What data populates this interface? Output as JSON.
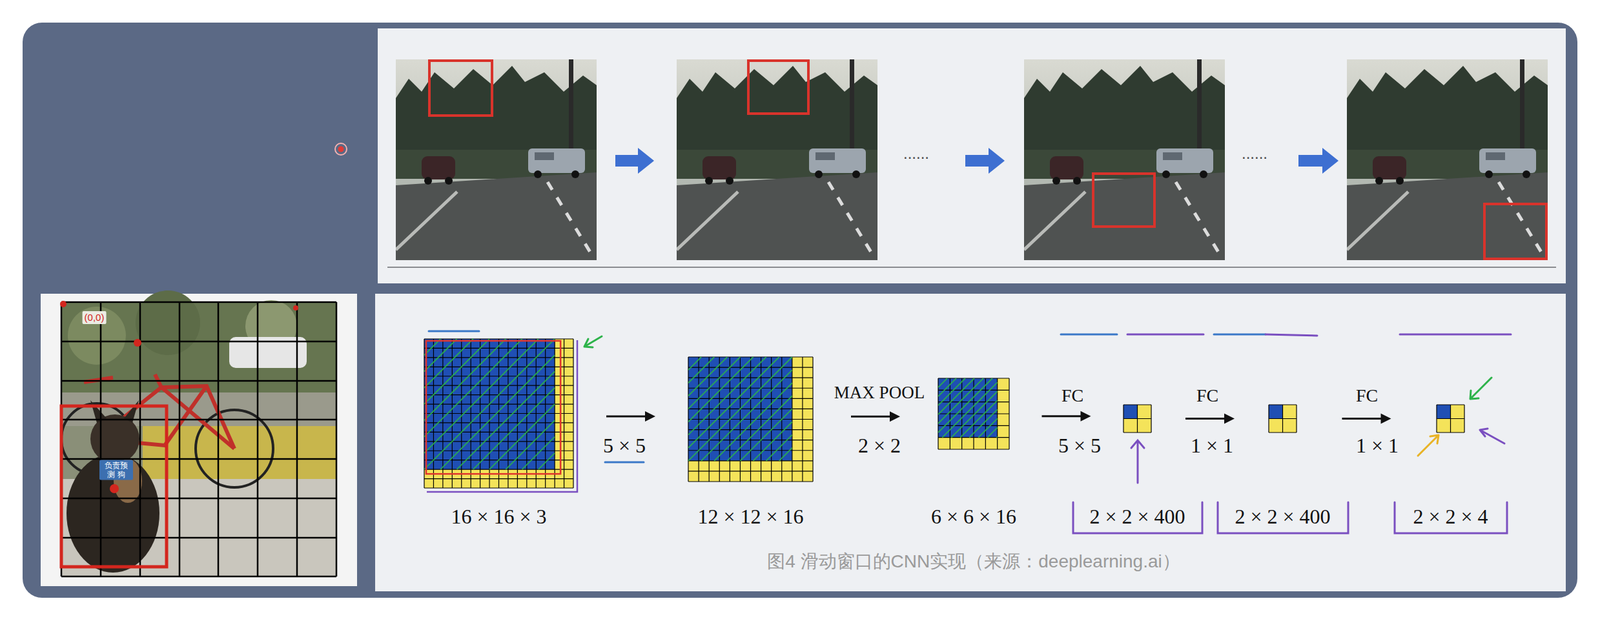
{
  "diagram": {
    "caption": "图4 滑动窗口的CNN实现（来源：deeplearning.ai）",
    "nodes": [
      {
        "text": [
          "16 × 16 × 3"
        ]
      },
      {
        "text": [
          "12 × 12 × 16"
        ]
      },
      {
        "text": [
          "6 × 6 × 16"
        ]
      },
      {
        "text": [
          "2 × 2 × 400"
        ]
      },
      {
        "text": [
          "2 × 2 × 400"
        ]
      },
      {
        "text": [
          "2 × 2 × 4"
        ]
      }
    ],
    "edges": [
      {
        "from": 0,
        "to": 1,
        "arrow": "to"
      },
      {
        "from": 1,
        "to": 2,
        "arrow": "to"
      },
      {
        "from": 2,
        "to": 3,
        "arrow": "to"
      },
      {
        "from": 3,
        "to": 4,
        "arrow": "to"
      },
      {
        "from": 4,
        "to": 5,
        "arrow": "to"
      }
    ],
    "labels": [
      "......",
      "......",
      "(0,0)",
      "负责预测 狗",
      "5 × 5",
      "MAX POOL",
      "2 × 2",
      "FC",
      "5 × 5",
      "FC",
      "1 × 1",
      "FC",
      "1 × 1"
    ]
  }
}
